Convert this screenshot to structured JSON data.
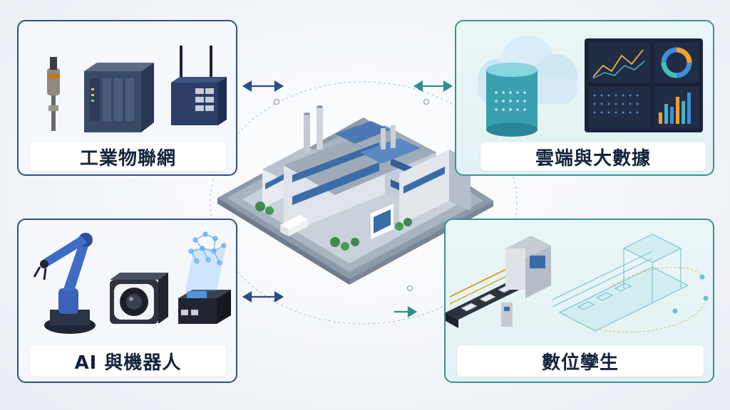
{
  "panels": {
    "iot": {
      "label": "工業物聯網"
    },
    "cloud": {
      "label": "雲端與大數據"
    },
    "ai": {
      "label": "AI 與機器人"
    },
    "twin": {
      "label": "數位孿生"
    }
  },
  "icons": [
    "sensor-icon",
    "plc-icon",
    "router-icon",
    "cloud-database-icon",
    "dashboard-icon",
    "robot-arm-icon",
    "camera-icon",
    "ai-edge-device-icon",
    "conveyor-machine-icon",
    "factory-icon"
  ],
  "colors": {
    "navy": "#2c4f86",
    "teal": "#3f8f97",
    "arrow_navy": "#2b4d86",
    "arrow_teal": "#2f8f8f"
  }
}
